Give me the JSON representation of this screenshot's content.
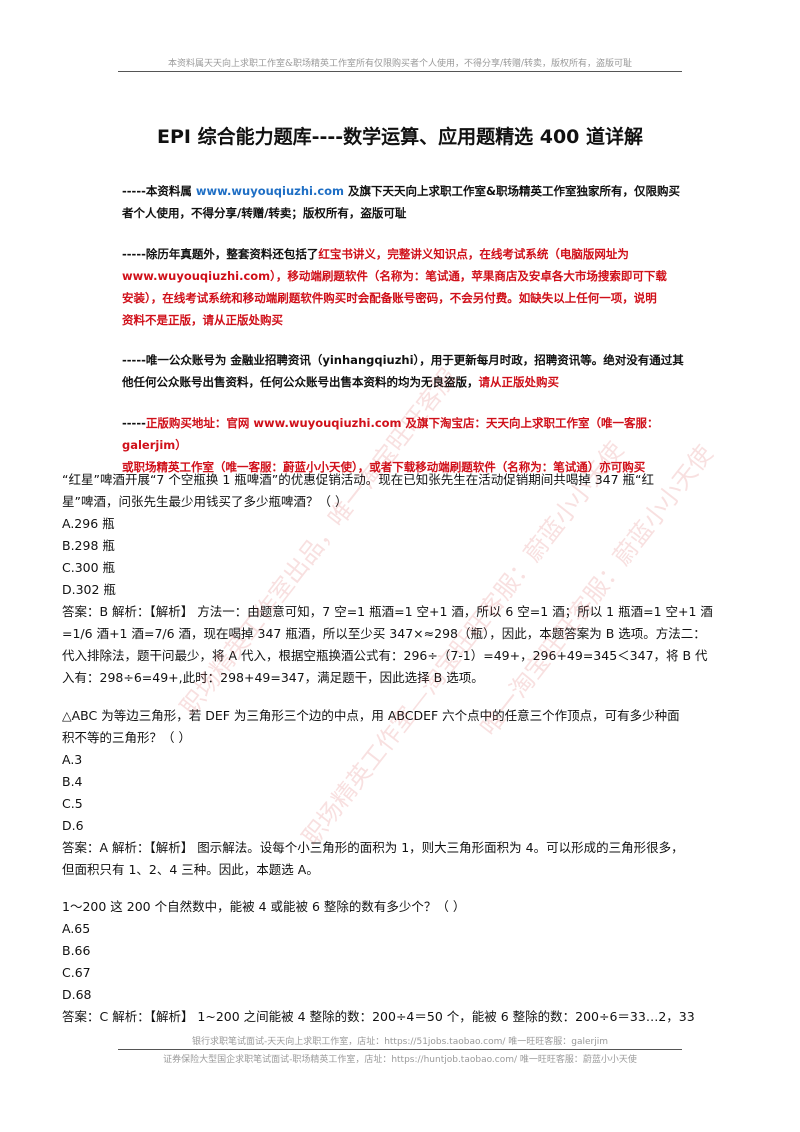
{
  "header": "本资料属天天向上求职工作室&职场精英工作室所有仅限购买者个人使用，不得分享/转赠/转卖，版权所有，盗版可耻",
  "title": "EPI 综合能力题库----数学运算、应用题精选 400 道详解",
  "notes": {
    "n1_prefix": "-----本资料属 ",
    "n1_url": "www.wuyouqiuzhi.com",
    "n1_rest1": " 及旗下天天向上求职工作室&职场精英工作室独家所有，仅限购买",
    "n1_rest2": "者个人使用，不得分享/转赠/转卖；版权所有，盗版可耻",
    "n2_black": "-----除历年真题外，整套资料还包括了",
    "n2_red1": "红宝书讲义，完整讲义知识点，在线考试系统（电脑版网址为",
    "n2_red2": "www.wuyouqiuzhi.com），移动端刷题软件（名称为：笔试通，苹果商店及安卓各大市场搜索即可下载",
    "n2_red3": "安装），在线考试系统和移动端刷题软件购买时会配备账号密码，不会另付费。如缺失以上任何一项，说明",
    "n2_red4": "资料不是正版，请从正版处购买",
    "n3_line1": "-----唯一公众账号为  金融业招聘资讯（yinhangqiuzhi），用于更新每月时政，招聘资讯等。绝对没有通过其",
    "n3_line2_black": "他任何公众账号出售资料，任何公众账号出售本资料的均为无良盗版，",
    "n3_line2_red": "请从正版处购买",
    "n4_black": "-----",
    "n4_red1": "正版购买地址：官网 www.wuyouqiuzhi.com 及旗下淘宝店：天天向上求职工作室（唯一客服：galerjim）",
    "n4_red2": "或职场精英工作室（唯一客服：蔚蓝小小天使），或者下载移动端刷题软件（名称为：笔试通）亦可购买"
  },
  "questions": [
    {
      "stem1": "“红星”啤酒开展“7 个空瓶换 1 瓶啤酒”的优惠促销活动。现在已知张先生在活动促销期间共喝掉 347 瓶“红",
      "stem2": "星”啤酒，问张先生最少用钱买了多少瓶啤酒？（    ）",
      "options": [
        "A.296 瓶",
        "B.298 瓶",
        "C.300 瓶",
        "D.302 瓶"
      ],
      "answer1": "答案：B 解析：【解析】 方法一：由题意可知，7 空=1 瓶酒=1 空+1 酒，所以 6 空=1 酒；所以 1 瓶酒=1 空+1 酒",
      "answer2": "=1/6 酒+1 酒=7/6 酒，现在喝掉 347 瓶酒，所以至少买 347×≈298（瓶），因此，本题答案为 B 选项。方法二：",
      "answer3": "代入排除法，题干问最少，将 A 代入，根据空瓶换酒公式有：296÷（7-1）=49+，296+49=345＜347，将 B 代",
      "answer4": "入有：298÷6=49+,此时：298+49=347，满足题干，因此选择 B 选项。"
    },
    {
      "stem1": "△ABC 为等边三角形，若 DEF 为三角形三个边的中点，用 ABCDEF 六个点中的任意三个作顶点，可有多少种面",
      "stem2": "积不等的三角形？（    ）",
      "options": [
        "A.3",
        "B.4",
        "C.5",
        "D.6"
      ],
      "answer1": "答案：A 解析：【解析】 图示解法。设每个小三角形的面积为 1，则大三角形面积为 4。可以形成的三角形很多，",
      "answer2": "但面积只有 1、2、4 三种。因此，本题选 A。"
    },
    {
      "stem1": "1～200 这 200 个自然数中，能被 4 或能被 6 整除的数有多少个？（    ）",
      "options": [
        "A.65",
        "B.66",
        "C.67",
        "D.68"
      ],
      "answer1": "答案：C 解析：【解析】 1~200 之间能被 4 整除的数：200÷4＝50 个，能被 6 整除的数：200÷6＝33…2，33"
    }
  ],
  "footer1": "银行求职笔试面试-天天向上求职工作室，店址：https://51jobs.taobao.com/ 唯一旺旺客服：galerjim",
  "footer2": "证券保险大型国企求职笔试面试-职场精英工作室，店址：https://huntjob.taobao.com/ 唯一旺旺客服：蔚蓝小小天使",
  "watermarks": [
    "职场精英工作室—淘宝旺旺客服：蔚蓝小小天使",
    "唯一淘宝旺旺客服：蔚蓝小小天使",
    "职场精英工作室出品，唯一淘宝旺旺客服"
  ]
}
